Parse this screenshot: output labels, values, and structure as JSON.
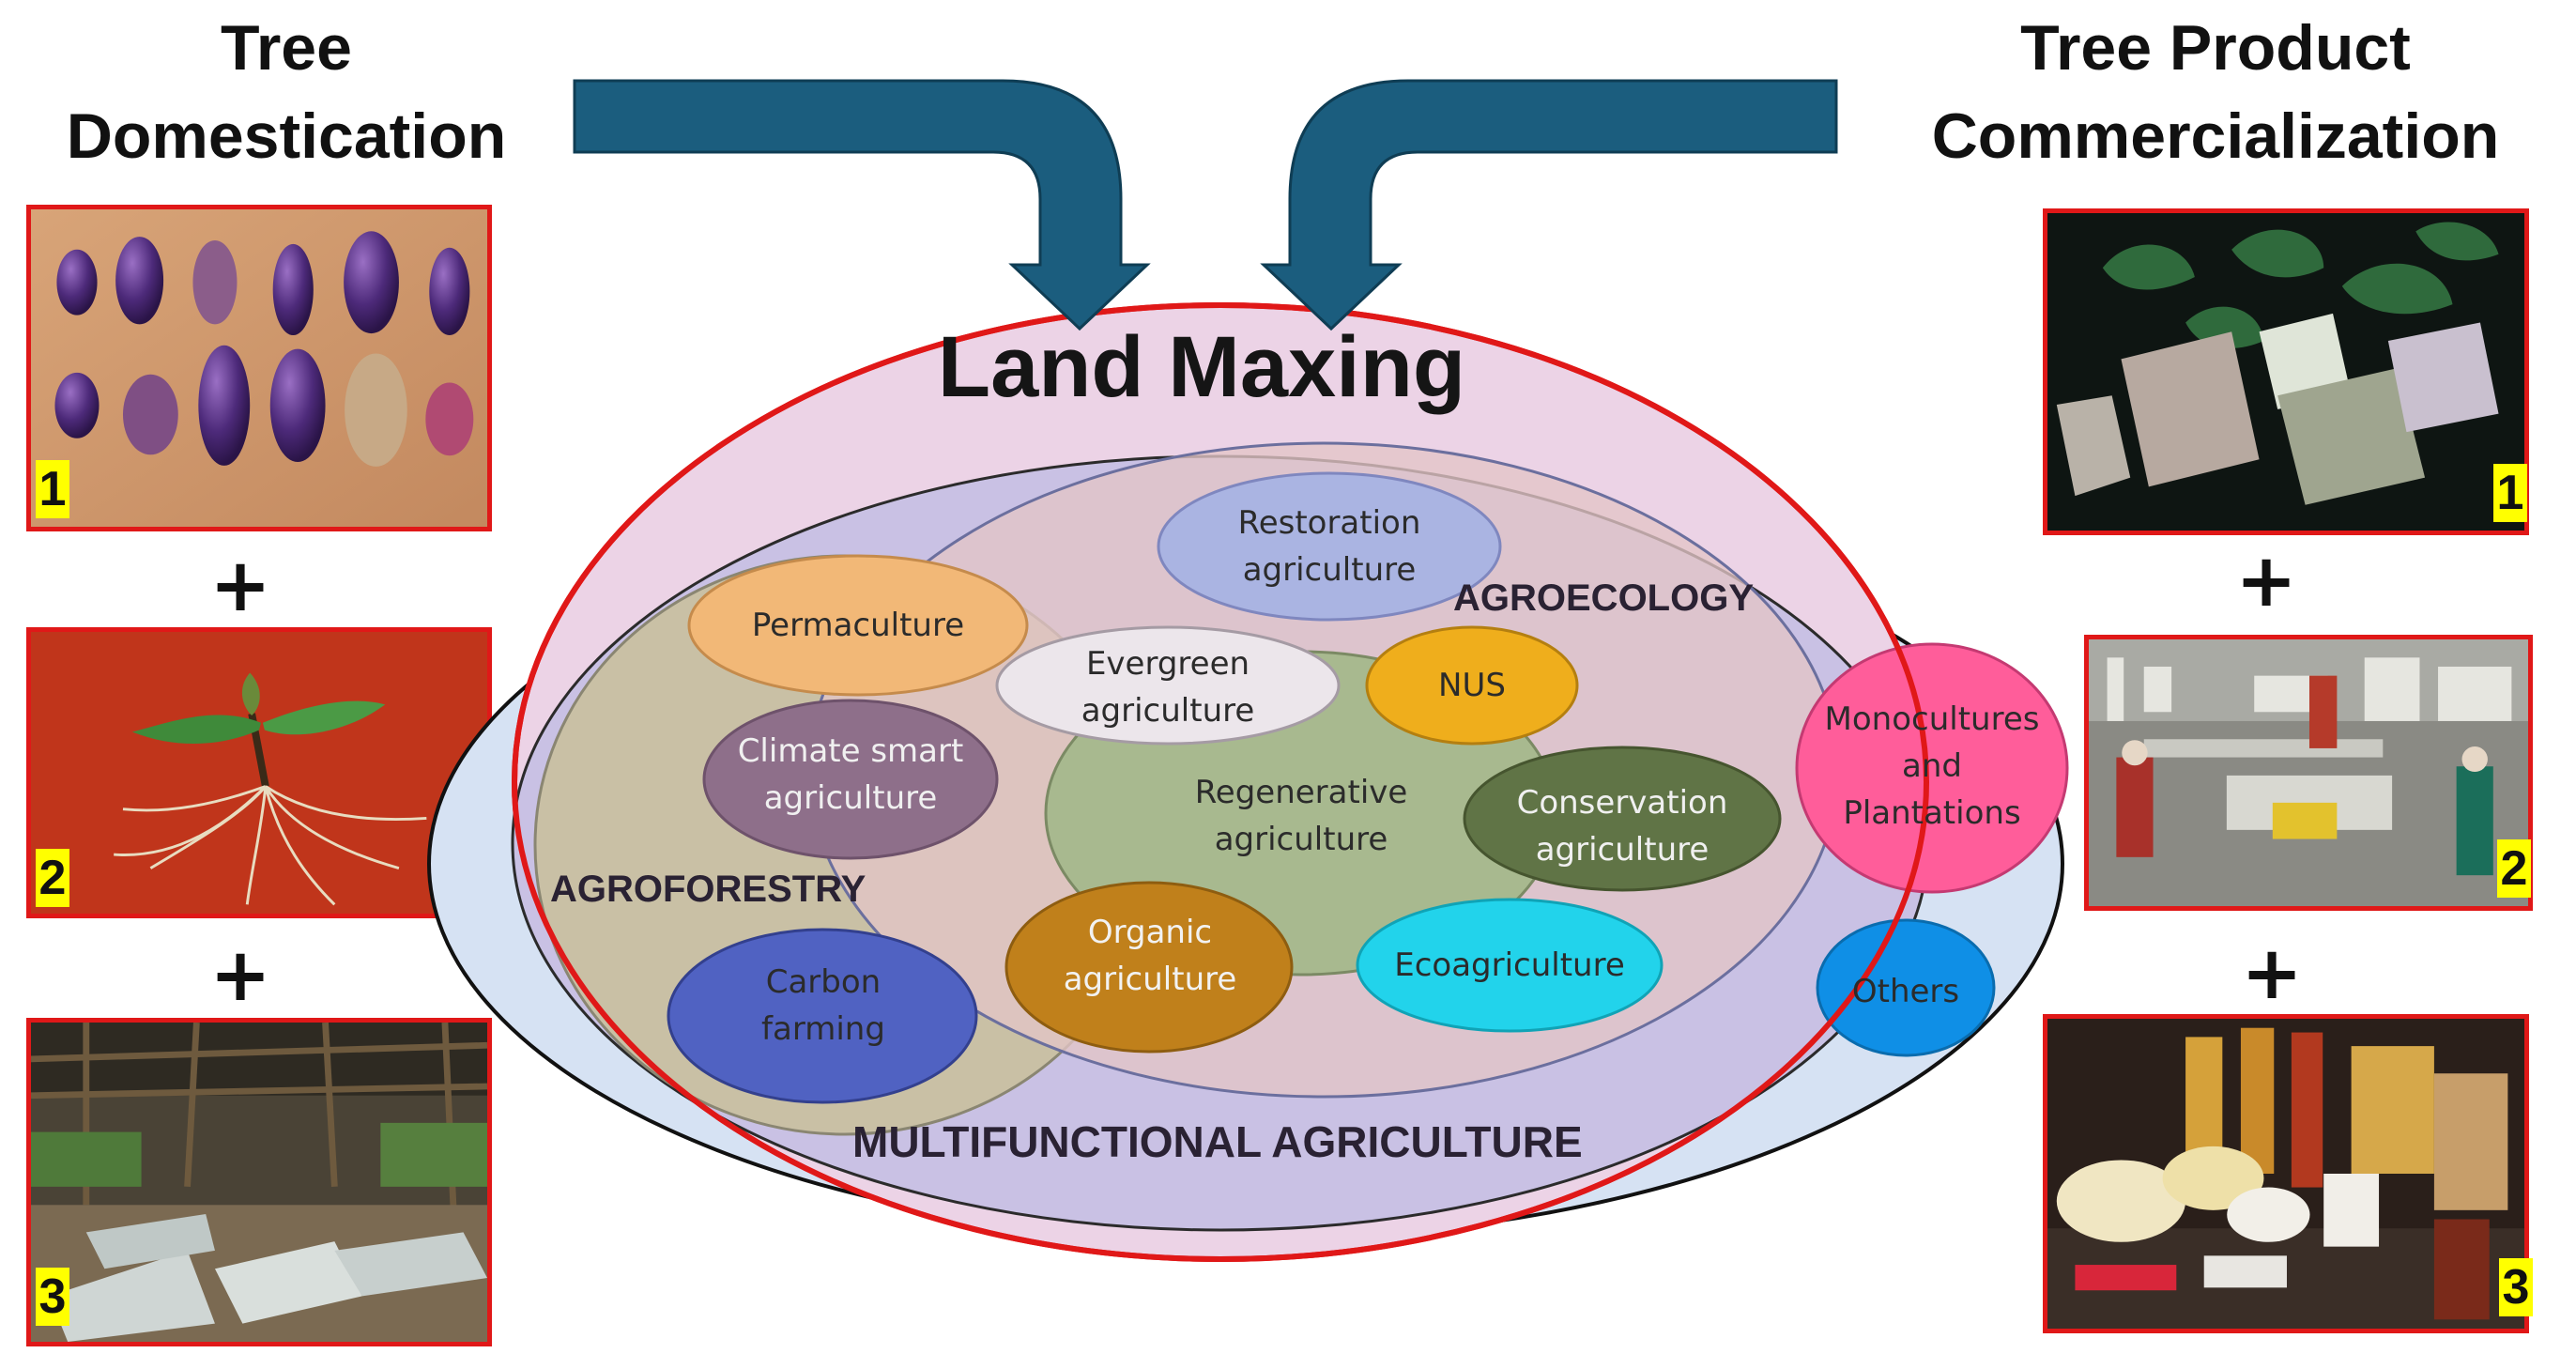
{
  "headings": {
    "left": "Tree\nDomestication",
    "right": "Tree Product\nCommercialization"
  },
  "center_title": "Land Maxing",
  "plus_sign": "+",
  "left_photos": [
    {
      "number": "1",
      "subject": "purple-fruits-photo"
    },
    {
      "number": "2",
      "subject": "seedling-roots-photo"
    },
    {
      "number": "3",
      "subject": "tree-nursery-photo"
    }
  ],
  "right_photos": [
    {
      "number": "1",
      "subject": "money-tree-photo"
    },
    {
      "number": "2",
      "subject": "processing-facility-photo"
    },
    {
      "number": "3",
      "subject": "tree-products-photo"
    }
  ],
  "regions": {
    "agroecology": "AGROECOLOGY",
    "agroforestry": "AGROFORESTRY",
    "multifunctional": "MULTIFUNCTIONAL AGRICULTURE"
  },
  "practices": {
    "restoration": "Restoration\nagriculture",
    "permaculture": "Permaculture",
    "evergreen": "Evergreen\nagriculture",
    "nus": "NUS",
    "climate_smart": "Climate smart\nagriculture",
    "regenerative": "Regenerative\nagriculture",
    "conservation": "Conservation\nagriculture",
    "organic": "Organic\nagriculture",
    "carbon": "Carbon\nfarming",
    "ecoagriculture": "Ecoagriculture",
    "monocultures": "Monocultures\nand\nPlantations",
    "others": "Others"
  },
  "colors": {
    "photo_border": "#e01818",
    "arrow": "#1b5d7e",
    "land_maxing_fill": "#ecd3e6",
    "land_maxing_border": "#e01818",
    "multifunctional_fill": "#c9c1e4",
    "outer_fill": "#d6e2f3",
    "agroforestry_fill": "#c9c0a5",
    "agroecology_fill": "#e3c5c6",
    "regenerative_fill": "#a8b98f",
    "restoration": "#aab4e2",
    "permaculture": "#f2b877",
    "evergreen": "#ece6eb",
    "nus": "#efae1c",
    "climate_smart": "#8e6f8a",
    "conservation": "#607446",
    "organic": "#c0801b",
    "carbon": "#5062c2",
    "ecoagriculture": "#22d3eb",
    "monocultures": "#ff5d9a",
    "others": "#0f8fe6"
  }
}
